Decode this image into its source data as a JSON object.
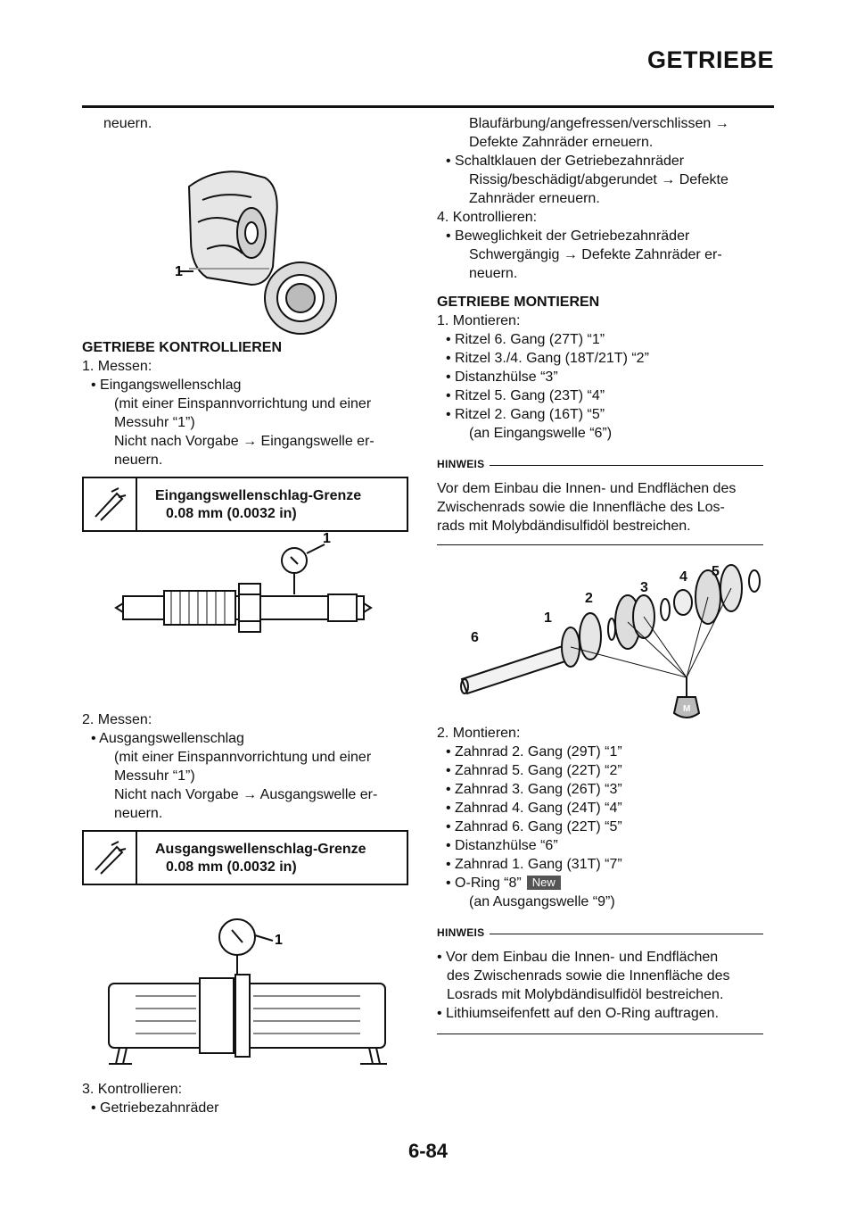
{
  "header": {
    "title": "GETRIEBE"
  },
  "left": {
    "cont_top": "neuern.",
    "fig1_label": "1",
    "sec_heading": "GETRIEBE KONTROLLIEREN",
    "step1": {
      "head": "1.  Messen:",
      "bullet": "• Eingangswellenschlag",
      "l1": "(mit einer Einspannvorrichtung und einer",
      "l2": "Messuhr “1”)",
      "l3": "Nicht nach Vorgabe → Eingangswelle er-",
      "l4": "neuern."
    },
    "spec1": {
      "title": "Eingangswellenschlag-Grenze",
      "value": "0.08 mm (0.0032 in)"
    },
    "fig2_label": "1",
    "step2": {
      "head": "2.  Messen:",
      "bullet": "• Ausgangswellenschlag",
      "l1": "(mit einer Einspannvorrichtung und einer",
      "l2": "Messuhr “1”)",
      "l3": "Nicht nach Vorgabe → Ausgangswelle er-",
      "l4": "neuern."
    },
    "spec2": {
      "title": "Ausgangswellenschlag-Grenze",
      "value": "0.08 mm (0.0032 in)"
    },
    "fig3_label": "1",
    "step3": {
      "head": "3.  Kontrollieren:",
      "bullet": "• Getriebezahnräder"
    }
  },
  "right": {
    "c1": "Blaufärbung/angefressen/verschlissen →",
    "c2": "Defekte Zahnräder erneuern.",
    "b2a": "• Schaltklauen der Getriebezahnräder",
    "b2b": "Rissig/beschädigt/abgerundet → Defekte",
    "b2c": "Zahnräder erneuern.",
    "s4": "4.  Kontrollieren:",
    "b4a": "• Beweglichkeit der Getriebezahnräder",
    "b4b": "Schwergängig → Defekte Zahnräder er-",
    "b4c": "neuern.",
    "sec_heading": "GETRIEBE MONTIEREN",
    "m1": {
      "head": "1.  Montieren:",
      "items": [
        "• Ritzel 6. Gang (27T) “1”",
        "• Ritzel 3./4. Gang (18T/21T) “2”",
        "• Distanzhülse “3”",
        "• Ritzel 5. Gang (23T) “4”",
        "• Ritzel 2. Gang (16T) “5”"
      ],
      "tail": "(an Eingangswelle “6”)"
    },
    "hinweis1": {
      "label": "HINWEIS",
      "l1": "Vor dem Einbau die Innen- und Endflächen des",
      "l2": "Zwischenrads sowie die Innenfläche des Los-",
      "l3": "rads mit Molybdändisulfidöl bestreichen."
    },
    "fig_labels": [
      "1",
      "2",
      "3",
      "4",
      "5",
      "6"
    ],
    "fig_m": "M",
    "m2": {
      "head": "2.  Montieren:",
      "items": [
        "• Zahnrad 2. Gang (29T) “1”",
        "• Zahnrad 5. Gang (22T) “2”",
        "• Zahnrad 3. Gang (26T) “3”",
        "• Zahnrad 4. Gang (24T) “4”",
        "• Zahnrad 6. Gang (22T) “5”",
        "• Distanzhülse “6”",
        "• Zahnrad 1. Gang (31T) “7”",
        "• O-Ring “8”"
      ],
      "badge": "New",
      "tail": "(an Ausgangswelle “9”)"
    },
    "hinweis2": {
      "label": "HINWEIS",
      "b1a": "• Vor dem Einbau die Innen- und Endflächen",
      "b1b": "des Zwischenrads sowie die Innenfläche des",
      "b1c": "Losrads mit Molybdändisulfidöl bestreichen.",
      "b2": "• Lithiumseifenfett auf den O-Ring auftragen."
    }
  },
  "footer": {
    "page_number": "6-84"
  }
}
